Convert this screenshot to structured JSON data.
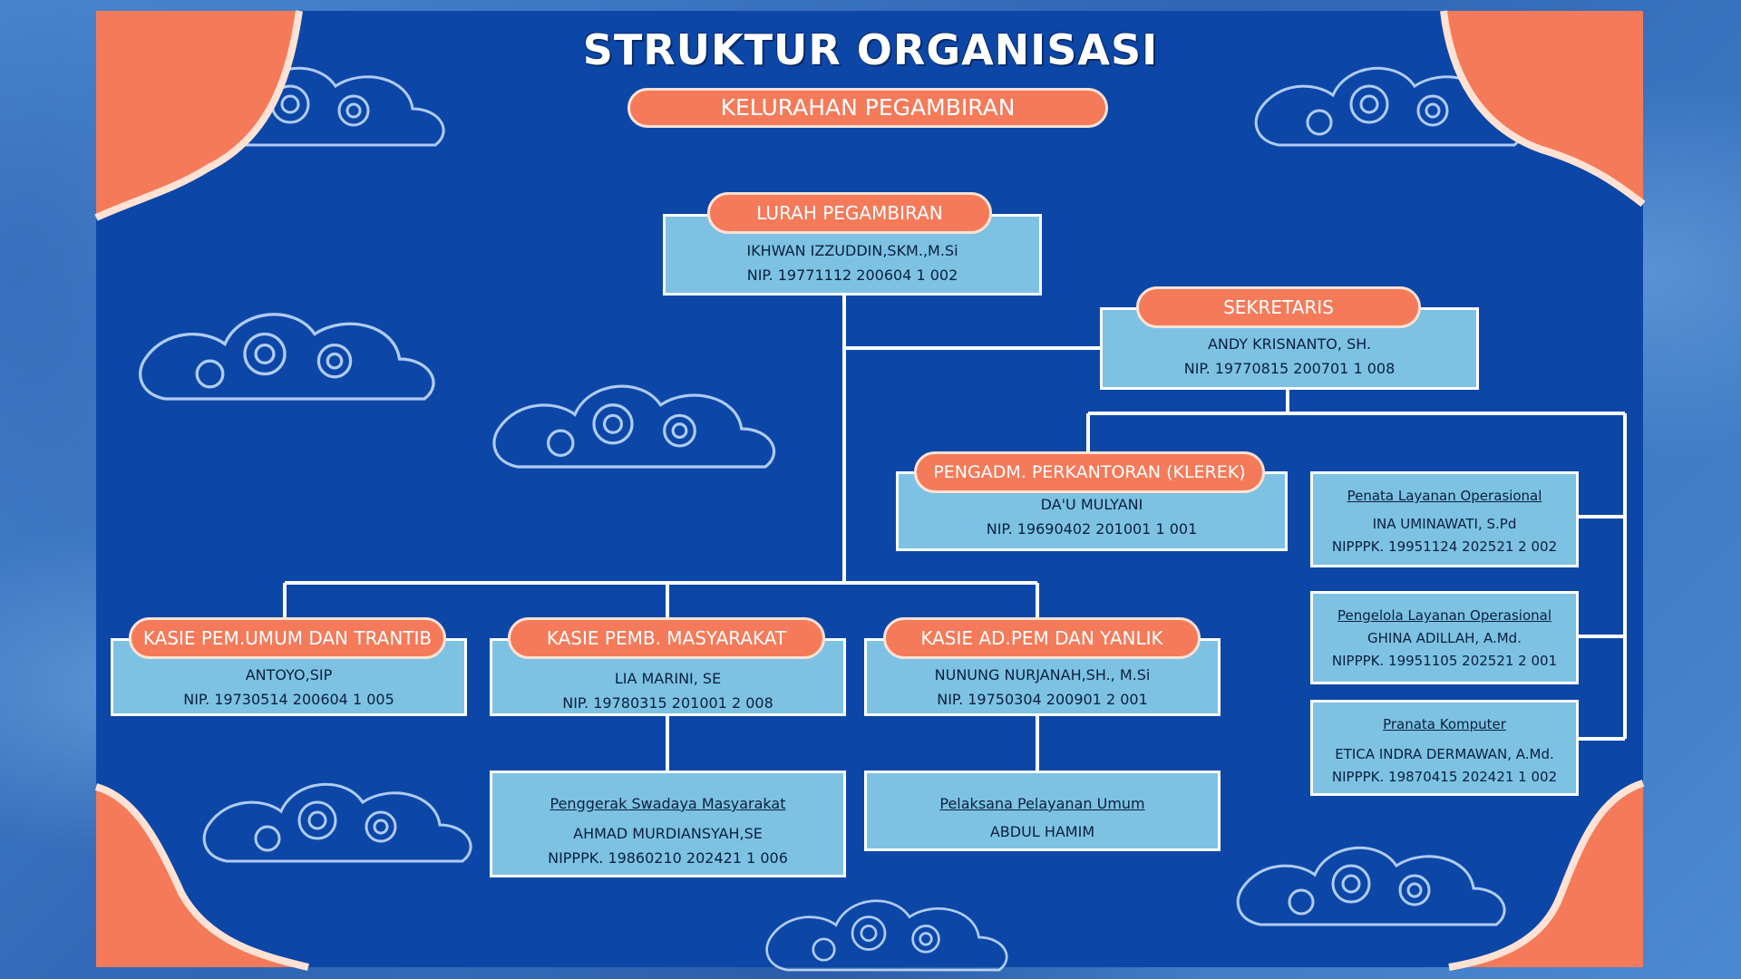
{
  "title": "STRUKTUR ORGANISASI",
  "subtitle": "KELURAHAN PEGAMBIRAN",
  "lurah": {
    "role": "LURAH PEGAMBIRAN",
    "name": "IKHWAN IZZUDDIN,SKM.,M.Si",
    "nip": "NIP. 19771112 200604 1 002"
  },
  "sekretaris": {
    "role": "SEKRETARIS",
    "name": "ANDY KRISNANTO, SH.",
    "nip": "NIP. 19770815 200701 1 008"
  },
  "klerek": {
    "role": "PENGADM. PERKANTORAN (KLEREK)",
    "name": "DA'U MULYANI",
    "nip": "NIP. 19690402 201001 1 001"
  },
  "penata": {
    "role": "Penata Layanan Operasional",
    "name": "INA UMINAWATI, S.Pd",
    "nip": "NIPPPK. 19951124 202521 2 002"
  },
  "pengelola": {
    "role": "Pengelola Layanan Operasional",
    "name": "GHINA ADILLAH, A.Md.",
    "nip": "NIPPPK. 19951105 202521 2 001"
  },
  "pranata": {
    "role": "Pranata Komputer",
    "name": "ETICA INDRA DERMAWAN, A.Md.",
    "nip": "NIPPPK. 19870415 202421 1 002"
  },
  "kasie_umum": {
    "role": "KASIE PEM.UMUM DAN TRANTIB",
    "name": "ANTOYO,SIP",
    "nip": "NIP. 19730514 200604 1 005"
  },
  "kasie_masyarakat": {
    "role": "KASIE PEMB. MASYARAKAT",
    "name": "LIA MARINI, SE",
    "nip": "NIP. 19780315 201001 2 008"
  },
  "kasie_yanlik": {
    "role": "KASIE AD.PEM DAN YANLIK",
    "name": "NUNUNG NURJANAH,SH., M.Si",
    "nip": "NIP. 19750304 200901 2 001"
  },
  "penggerak": {
    "role": "Penggerak Swadaya Masyarakat",
    "name": "AHMAD MURDIANSYAH,SE",
    "nip": "NIPPPK. 19860210 202421 1 006"
  },
  "pelaksana": {
    "role": "Pelaksana Pelayanan Umum",
    "name": "ABDUL HAMIM"
  },
  "colors": {
    "panel": "#0c47a8",
    "accent": "#f47a5a",
    "box": "#7dc2e3",
    "line": "#ffffff"
  }
}
